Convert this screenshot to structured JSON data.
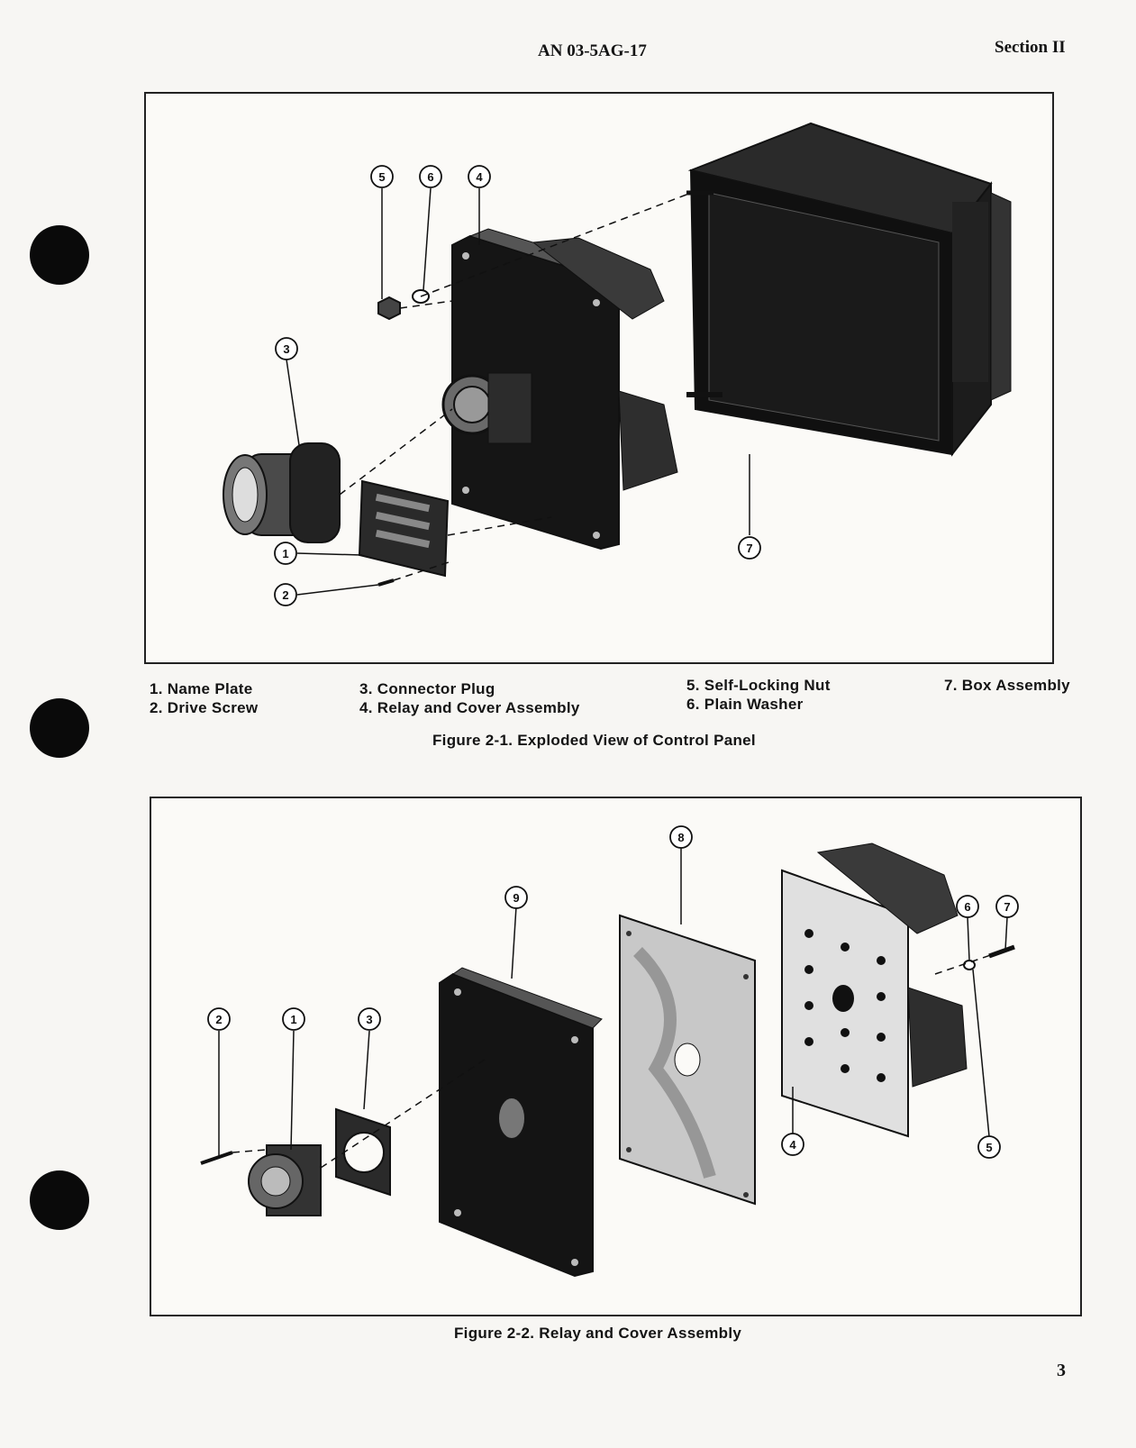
{
  "header": {
    "doc_number": "AN 03-5AG-17",
    "section": "Section II",
    "page_number": "3"
  },
  "figure1": {
    "caption": "Figure 2-1.  Exploded View of Control Panel",
    "legend": [
      {
        "text": "1. Name Plate"
      },
      {
        "text": "2. Drive Screw"
      },
      {
        "text": "3. Connector Plug"
      },
      {
        "text": "4. Relay and Cover Assembly"
      },
      {
        "text": "5. Self-Locking Nut"
      },
      {
        "text": "6. Plain Washer"
      },
      {
        "text": "7. Box Assembly"
      }
    ],
    "callouts": [
      "1",
      "2",
      "3",
      "4",
      "5",
      "6",
      "7"
    ]
  },
  "figure2": {
    "caption": "Figure 2-2.  Relay and Cover Assembly",
    "callouts": [
      "1",
      "2",
      "3",
      "4",
      "5",
      "6",
      "7",
      "8",
      "9"
    ]
  },
  "colors": {
    "ink": "#141414",
    "paper": "#f7f6f3",
    "punch_hole": "#0a0a0a"
  }
}
